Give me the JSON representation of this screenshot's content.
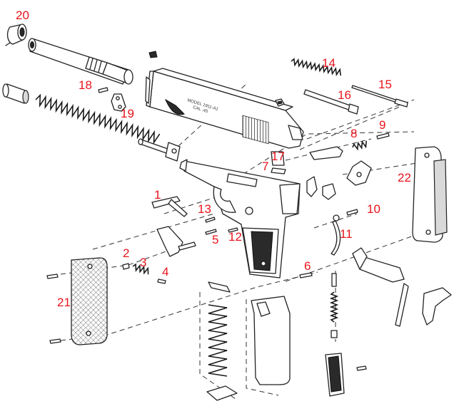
{
  "diagram": {
    "colors": {
      "callout": "#e8141b",
      "line": "#222222",
      "background": "#ffffff"
    },
    "slide_markings": {
      "line1": "MODEL 1911-A1",
      "line2": "CAL .45"
    },
    "callouts": [
      {
        "id": "c1",
        "label": "1"
      },
      {
        "id": "c2",
        "label": "2"
      },
      {
        "id": "c3",
        "label": "3"
      },
      {
        "id": "c4",
        "label": "4"
      },
      {
        "id": "c5",
        "label": "5"
      },
      {
        "id": "c6",
        "label": "6"
      },
      {
        "id": "c7",
        "label": "7"
      },
      {
        "id": "c8",
        "label": "8"
      },
      {
        "id": "c9",
        "label": "9"
      },
      {
        "id": "c10",
        "label": "10"
      },
      {
        "id": "c11",
        "label": "11"
      },
      {
        "id": "c12",
        "label": "12"
      },
      {
        "id": "c13",
        "label": "13"
      },
      {
        "id": "c14",
        "label": "14"
      },
      {
        "id": "c15",
        "label": "15"
      },
      {
        "id": "c16",
        "label": "16"
      },
      {
        "id": "c17",
        "label": "17"
      },
      {
        "id": "c18",
        "label": "18"
      },
      {
        "id": "c19",
        "label": "19"
      },
      {
        "id": "c20",
        "label": "20"
      },
      {
        "id": "c21",
        "label": "21"
      },
      {
        "id": "c22",
        "label": "22"
      }
    ]
  }
}
